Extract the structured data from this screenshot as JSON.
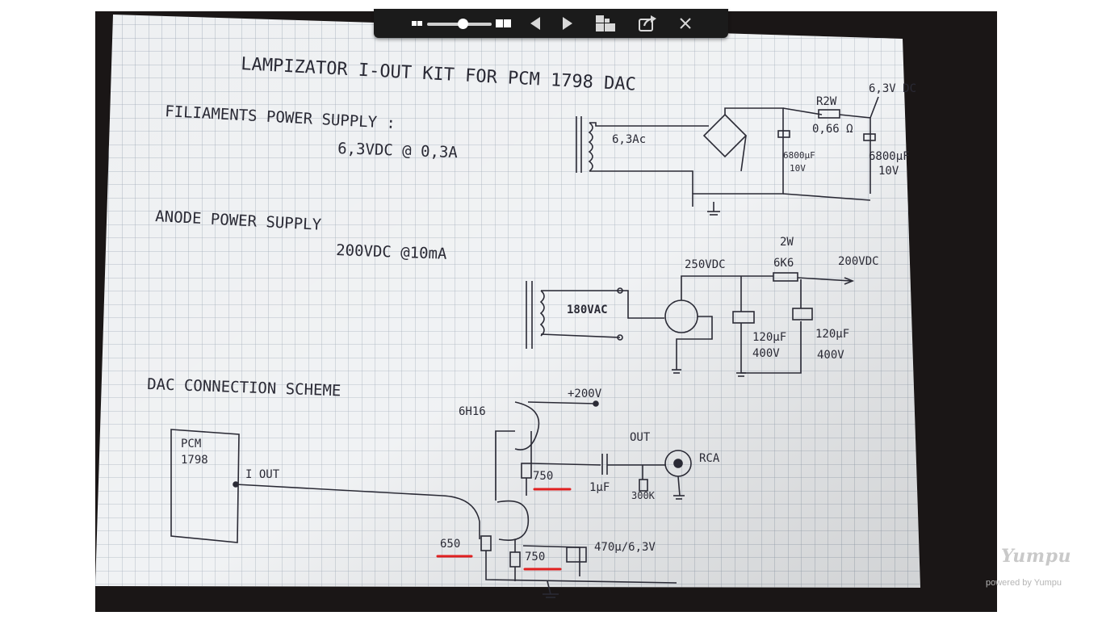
{
  "viewer": {
    "toolbar": {
      "zoom_out_icon": "small-squares-icon",
      "zoom_in_icon": "large-squares-icon",
      "prev_icon": "triangle-left-icon",
      "next_icon": "triangle-right-icon",
      "thumbnails_icon": "grid-icon",
      "share_icon": "share-icon",
      "close_icon": "close-x-icon",
      "zoom_level_fraction": 0.55
    },
    "watermark": {
      "brand": "Yumpu",
      "powered_by": "powered by Yumpu"
    }
  },
  "sketch": {
    "title": "LAMPIZATOR   I-OUT KIT  FOR  PCM 1798  DAC",
    "filament_header": "FILIAMENTS   POWER   SUPPLY   :",
    "filament_spec": "6,3VDC @ 0,3A",
    "filament_ac": "6,3Ac",
    "filament_r": "R2W",
    "filament_r_val": "0,66 Ω",
    "filament_out": "6,3V DC",
    "filament_cap1": "6800µF",
    "filament_cap1_v": "10V",
    "filament_cap2": "6800µF",
    "filament_cap2_v": "10V",
    "anode_header": "ANODE  POWER  SUPPLY",
    "anode_spec": "200VDC @10mA",
    "anode_ac": "180VAC",
    "anode_dc": "250VDC",
    "anode_r_w": "2W",
    "anode_r": "6K6",
    "anode_out": "200VDC",
    "anode_cap1": "120µF",
    "anode_cap1_v": "400V",
    "anode_cap2": "120µF",
    "anode_cap2_v": "400V",
    "dac_header": "DAC  CONNECTION  SCHEME",
    "chip_line1": "PCM",
    "chip_line2": "1798",
    "iout": "I OUT",
    "tube": "6H16",
    "plus200": "+200V",
    "out": "OUT",
    "rca": "RCA",
    "r750_top": "750",
    "cap_1u": "1µF",
    "r300k": "300K",
    "r650": "650",
    "r750_bot": "750",
    "cap_470": "470µ/6,3V"
  },
  "colors": {
    "toolbar_bg": "#1b1b1b",
    "ink": "#2a2a35",
    "highlight_red": "#e02020",
    "paper": "#eef0f2"
  }
}
